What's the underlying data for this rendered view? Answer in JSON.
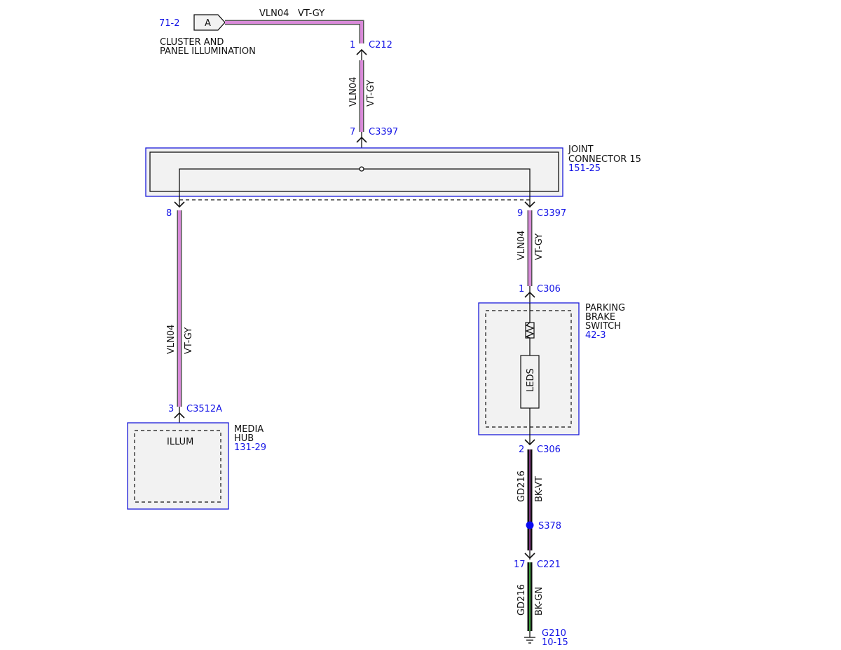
{
  "connector_ref": {
    "page": "71-2",
    "letter": "A"
  },
  "cluster_label": {
    "line1": "CLUSTER AND",
    "line2": "PANEL ILLUMINATION"
  },
  "top_wire": {
    "circuit": "VLN04",
    "color": "VT-GY"
  },
  "c212": {
    "pin": "1",
    "name": "C212"
  },
  "wire_c212_c3397": {
    "circuit": "VLN04",
    "color": "VT-GY"
  },
  "c3397_in": {
    "pin": "7",
    "name": "C3397"
  },
  "joint_connector": {
    "line1": "JOINT",
    "line2": "CONNECTOR 15",
    "ref": "151-25"
  },
  "pin8": {
    "pin": "8"
  },
  "c3397_out": {
    "pin": "9",
    "name": "C3397"
  },
  "left_wire": {
    "circuit": "VLN04",
    "color": "VT-GY"
  },
  "right_wire": {
    "circuit": "VLN04",
    "color": "VT-GY"
  },
  "c306_in": {
    "pin": "1",
    "name": "C306"
  },
  "parking_brake": {
    "line1": "PARKING",
    "line2": "BRAKE",
    "line3": "SWITCH",
    "ref": "42-3",
    "leds_label": "LEDS"
  },
  "c3512a": {
    "pin": "3",
    "name": "C3512A"
  },
  "media_hub": {
    "line1": "MEDIA",
    "line2": "HUB",
    "ref": "131-29",
    "pin_label": "ILLUM"
  },
  "c306_out": {
    "pin": "2",
    "name": "C306"
  },
  "ground_wire_1": {
    "circuit": "GD216",
    "color": "BK-VT"
  },
  "splice": {
    "name": "S378"
  },
  "c221": {
    "pin": "17",
    "name": "C221"
  },
  "ground_wire_2": {
    "circuit": "GD216",
    "color": "BK-GN"
  },
  "ground": {
    "name": "G210",
    "ref": "10-15"
  },
  "colors": {
    "reference_text": "#1414e6",
    "wire_vt_gy": "#d98ad9",
    "wire_bk_gn": "#3fa33f",
    "splice_dot": "#0a0af0"
  }
}
